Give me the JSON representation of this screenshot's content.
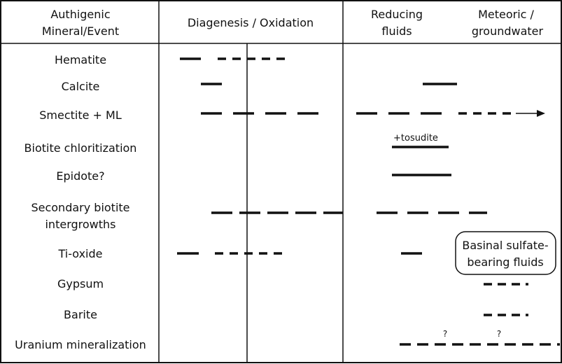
{
  "headers": {
    "col1": [
      "Authigenic",
      "Mineral/Event"
    ],
    "col2": "Diagenesis / Oxidation",
    "col3": [
      "Reducing",
      "fluids"
    ],
    "col4": [
      "Meteoric /",
      "groundwater"
    ]
  },
  "rows": [
    {
      "label": [
        "Hematite"
      ]
    },
    {
      "label": [
        "Calcite"
      ]
    },
    {
      "label": [
        "Smectite + ML"
      ]
    },
    {
      "label": [
        "Biotite chloritization"
      ]
    },
    {
      "label": [
        "Epidote?"
      ]
    },
    {
      "label": [
        "Secondary biotite",
        "intergrowths"
      ]
    },
    {
      "label": [
        "Ti-oxide"
      ]
    },
    {
      "label": [
        "Gypsum"
      ]
    },
    {
      "label": [
        "Barite"
      ]
    },
    {
      "label": [
        "Uranium mineralization"
      ]
    }
  ],
  "annotations": {
    "tosudite": "+tosudite",
    "callout": [
      "Basinal sulfate-",
      "bearing fluids"
    ],
    "uranium_q1": "?",
    "uranium_q2": "?"
  },
  "colors": {
    "line": "#111111",
    "background": "#ffffff"
  }
}
